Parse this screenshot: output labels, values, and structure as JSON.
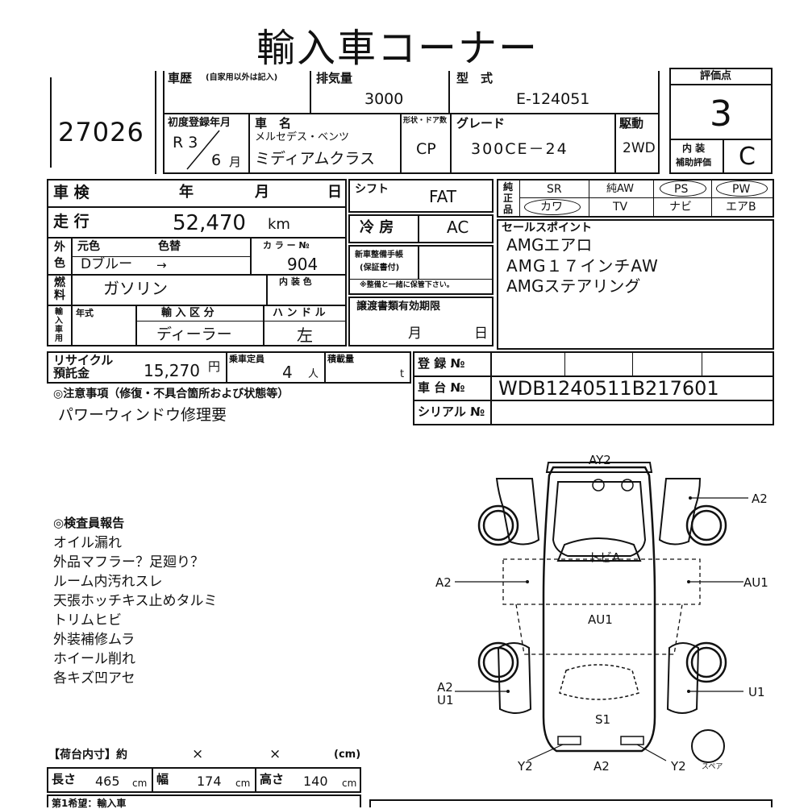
{
  "header": {
    "title": "輸入車コーナー",
    "lot_number": "27026"
  },
  "top": {
    "history_label": "車歴",
    "history_note": "(自家用以外は記入)",
    "displacement_label": "排気量",
    "displacement": "3000",
    "model_label": "型　式",
    "model_code": "E-124051",
    "score_label": "評価点",
    "score": "3",
    "first_reg_label": "初度登録年月",
    "first_reg_era": "R 3",
    "first_reg_month": "6",
    "month_suffix": "月",
    "car_name_label": "車　名",
    "maker": "メルセデス・ベンツ",
    "model_name": "ミディアムクラス",
    "body_label": "形状・ドア数",
    "body": "CP",
    "grade_label": "グレード",
    "grade": "300CE－24",
    "drive_label": "駆動",
    "drive": "2WD",
    "interior_label": "内 装",
    "interior_label2": "補助評価",
    "interior_grade": "C"
  },
  "spec": {
    "inspection_label": "車 検",
    "year_label": "年",
    "month_label": "月",
    "day_label": "日",
    "mileage_label": "走 行",
    "mileage": "52,470",
    "mileage_unit": "km",
    "ext_color_label1": "外",
    "ext_color_label2": "色",
    "orig_color_label": "元色",
    "color_change_label": "色替",
    "orig_color": "Dブルー",
    "arrow": "→",
    "color_no_label": "カ ラ ー №",
    "color_no": "904",
    "fuel_label1": "燃",
    "fuel_label2": "料",
    "fuel": "ガソリン",
    "int_color_label": "内 装 色",
    "import_label": [
      "輸",
      "入",
      "車",
      "用"
    ],
    "model_year_label": "年式",
    "import_class_label": "輸 入 区 分",
    "import_class": "ディーラー",
    "handle_label": "ハ ン ド ル",
    "handle": "左",
    "shift_label": "シフト",
    "shift": "FAT",
    "ac_label": "冷 房",
    "ac": "AC",
    "manual_label": "新車整備手帳",
    "manual_label2": "(保証書付)",
    "manual_note": "※整備と一緒に保管下さい。",
    "transfer_label": "譲渡書類有効期限",
    "transfer_month": "月",
    "transfer_day": "日",
    "equip_label": [
      "純",
      "正",
      "品"
    ],
    "equip": [
      "SR",
      "純AW",
      "PS",
      "PW",
      "カワ",
      "TV",
      "ナビ",
      "エアB"
    ],
    "sales_label": "セールスポイント",
    "sales_points": [
      "AMGエアロ",
      "AMG１７インチAW",
      "AMGステアリング"
    ]
  },
  "recycle": {
    "label1": "リサイクル",
    "label2": "預託金",
    "amount": "15,270",
    "yen": "円",
    "capacity_label": "乗車定員",
    "capacity": "4",
    "capacity_unit": "人",
    "load_label": "積載量",
    "load_unit": "t"
  },
  "registration": {
    "reg_label": "登 録 №",
    "chassis_label": "車 台 №",
    "chassis": "WDB1240511B217601",
    "serial_label": "シリアル №"
  },
  "caution": {
    "label": "◎注意事項（修復・不具合箇所および状態等）",
    "text": "パワーウィンドウ修理要"
  },
  "inspector": {
    "label": "◎検査員報告",
    "lines": [
      "オイル漏れ",
      "外品マフラー？足廻り？",
      "ルーム内汚れスレ",
      "天張ホッチキス止めタルミ",
      "トリムヒビ",
      "外装補修ムラ",
      "ホイール削れ",
      "各キズ凹アセ"
    ]
  },
  "diagram": {
    "labels": {
      "ay2_top": "AY2",
      "a2_right_top": "A2",
      "a2_left": "A2",
      "au1_right": "AU1",
      "au1_center": "AU1",
      "tobi": "トビA",
      "a2u1_a": "A2",
      "a2u1_u": "U1",
      "u1_right": "U1",
      "s1": "S1",
      "y2_left": "Y2",
      "a2_bottom": "A2",
      "y2_right": "Y2",
      "spare": "スペア"
    }
  },
  "cargo": {
    "label": "【荷台内寸】約",
    "x1": "×",
    "x2": "×",
    "unit": "(cm)",
    "length_label": "長さ",
    "length": "465",
    "width_label": "幅",
    "width": "174",
    "height_label": "高さ",
    "height": "140",
    "cm": "cm",
    "footer_label": "第1希望：輸入車"
  }
}
